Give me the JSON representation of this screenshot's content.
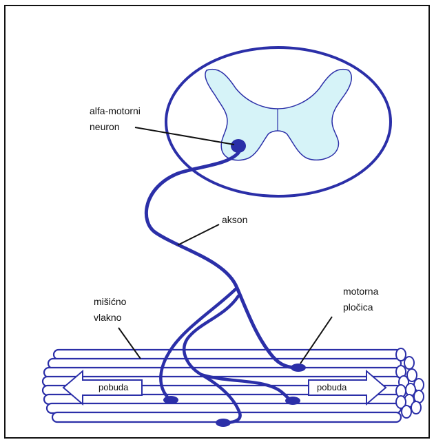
{
  "diagram": {
    "labels": {
      "neuron_line1": "alfa-motorni",
      "neuron_line2": "neuron",
      "axon": "akson",
      "fiber_line1": "mišićno",
      "fiber_line2": "vlakno",
      "endplate_line1": "motorna",
      "endplate_line2": "pločica",
      "arrow_left": "pobuda",
      "arrow_right": "pobuda"
    },
    "colors": {
      "stroke_blue": "#2b2fa8",
      "grey_matter_fill": "#d6f3f8",
      "frame": "#111111",
      "background": "#ffffff"
    }
  }
}
